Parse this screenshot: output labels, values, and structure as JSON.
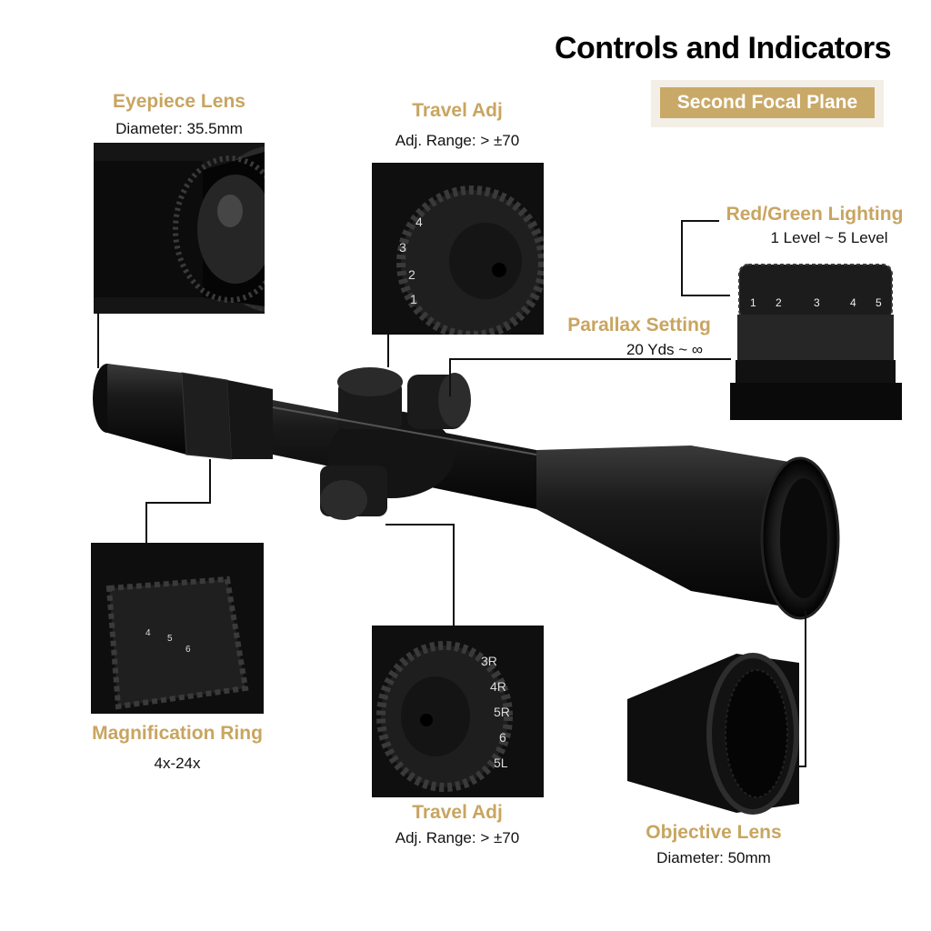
{
  "header": {
    "title": "Controls and Indicators",
    "badge": "Second Focal Plane"
  },
  "callouts": {
    "eyepiece": {
      "title": "Eyepiece Lens",
      "detail": "Diameter: 35.5mm"
    },
    "travel_top": {
      "title": "Travel Adj",
      "detail": "Adj. Range: > ±70"
    },
    "lighting": {
      "title": "Red/Green Lighting",
      "detail": "1 Level ~ 5 Level"
    },
    "parallax": {
      "title": "Parallax Setting",
      "detail": "20 Yds ~ ∞"
    },
    "magnification": {
      "title": "Magnification Ring",
      "detail": "4x-24x"
    },
    "travel_bottom": {
      "title": "Travel Adj",
      "detail": "Adj. Range: > ±70"
    },
    "objective": {
      "title": "Objective Lens",
      "detail": "Diameter: 50mm"
    }
  },
  "colors": {
    "accent_gold": "#c8a560",
    "badge_bg": "#c9a968",
    "scope_body": "#111111"
  }
}
